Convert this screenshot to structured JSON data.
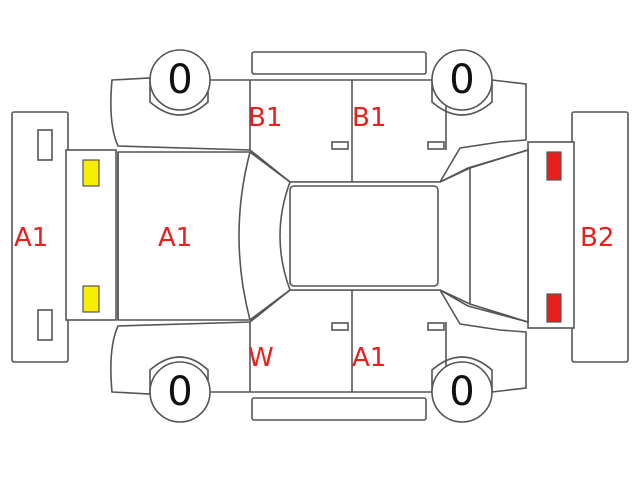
{
  "colors": {
    "outline": "#555555",
    "mark_text": "#e8201c",
    "yellow_lamp": "#f5ee00",
    "red_lamp": "#e8201c"
  },
  "marks": {
    "front_bumper": "A1",
    "hood": "A1",
    "top_left_front_door": "B1",
    "top_left_rear_door": "B1",
    "rear_bumper": "B2",
    "bottom_front_door": "W",
    "bottom_rear_door": "A1"
  },
  "tires": {
    "top_front": "0",
    "top_rear": "0",
    "bottom_front": "0",
    "bottom_rear": "0"
  },
  "lamps": {
    "front": "yellow",
    "rear": "red"
  }
}
